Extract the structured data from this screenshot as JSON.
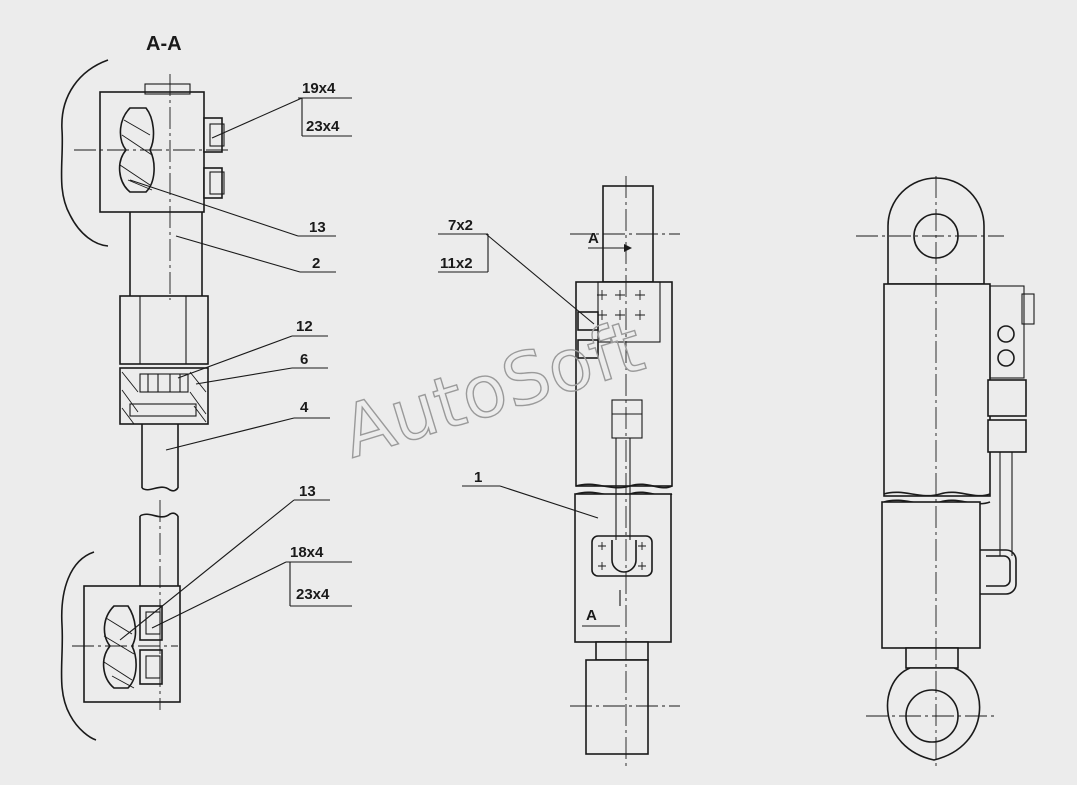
{
  "section_title": "A-A",
  "labels": {
    "b_19x4": "19x4",
    "b_23x4_top": "23x4",
    "p13_top": "13",
    "p2": "2",
    "p12": "12",
    "p6": "6",
    "p4": "4",
    "p13_bottom": "13",
    "b_18x4": "18x4",
    "b_23x4_bottom": "23x4",
    "b_7x2": "7x2",
    "b_11x2": "11x2",
    "p1": "1",
    "section_mark_top": "A",
    "section_mark_bottom": "A"
  },
  "watermark": "AutoSoft"
}
